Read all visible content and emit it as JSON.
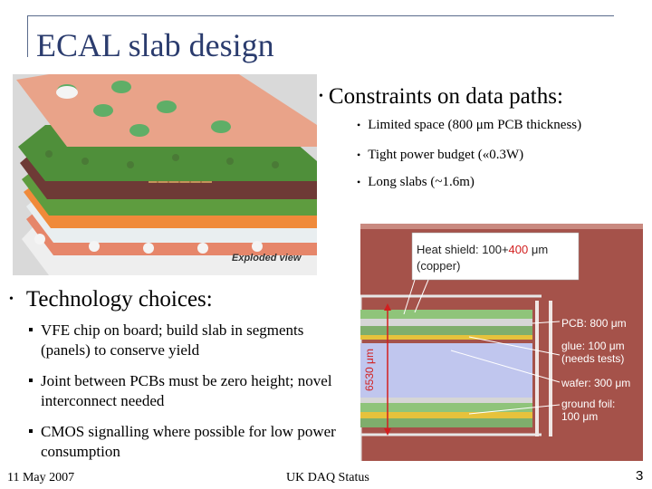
{
  "title": "ECAL slab design",
  "image_label": "Exploded view",
  "constraints": {
    "heading": "Constraints on data paths:",
    "items": [
      "Limited space (800 μm PCB thickness)",
      "Tight power budget («0.3W)",
      "Long slabs (~1.6m)"
    ]
  },
  "technology": {
    "heading": "Technology choices:",
    "items": [
      "VFE chip on board; build slab in segments (panels) to conserve yield",
      "Joint between PCBs must be zero height; novel interconnect needed",
      "CMOS signalling where possible for low power consumption"
    ]
  },
  "cross_section": {
    "heat_shield_prefix": "Heat shield: 100+",
    "heat_shield_accent": "400",
    "heat_shield_unit": " μm",
    "heat_shield_material": "(copper)",
    "height_label": "6530 μm",
    "pcb_label": "PCB: 800 μm",
    "glue_label": "glue: 100 μm",
    "glue_note": "(needs tests)",
    "wafer_label": "wafer: 300 μm",
    "ground_label": "ground foil:",
    "ground_value": "100 μm"
  },
  "colors": {
    "title": "#2b3c6e",
    "frame": "#5a6b8c",
    "accent_red": "#d21f1f",
    "panel": "#8a4a44",
    "pcb_green": "#7fae6c"
  },
  "footer": {
    "date": "11 May 2007",
    "center": "UK DAQ Status",
    "page": "3"
  }
}
